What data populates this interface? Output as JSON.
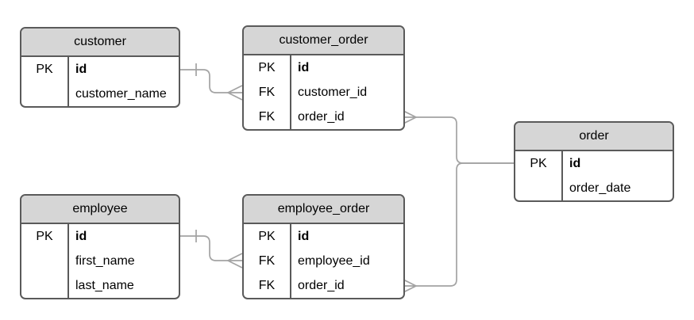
{
  "diagram": {
    "type": "entity-relationship",
    "notation": "crow-foot",
    "colors": {
      "background": "#ffffff",
      "table_header_fill": "#d6d6d6",
      "table_body_fill": "#ffffff",
      "table_border": "#5a5a5a",
      "connector_line": "#a3a3a3",
      "text": "#000000"
    }
  },
  "tables": [
    {
      "title": "customer",
      "fields": [
        {
          "key": "PK",
          "name": "id",
          "is_primary": true
        },
        {
          "key": "",
          "name": "customer_name",
          "is_primary": false
        }
      ]
    },
    {
      "title": "customer_order",
      "fields": [
        {
          "key": "PK",
          "name": "id",
          "is_primary": true
        },
        {
          "key": "FK",
          "name": "customer_id",
          "is_primary": false
        },
        {
          "key": "FK",
          "name": "order_id",
          "is_primary": false
        }
      ]
    },
    {
      "title": "order",
      "fields": [
        {
          "key": "PK",
          "name": "id",
          "is_primary": true
        },
        {
          "key": "",
          "name": "order_date",
          "is_primary": false
        }
      ]
    },
    {
      "title": "employee",
      "fields": [
        {
          "key": "PK",
          "name": "id",
          "is_primary": true
        },
        {
          "key": "",
          "name": "first_name",
          "is_primary": false
        },
        {
          "key": "",
          "name": "last_name",
          "is_primary": false
        }
      ]
    },
    {
      "title": "employee_order",
      "fields": [
        {
          "key": "PK",
          "name": "id",
          "is_primary": true
        },
        {
          "key": "FK",
          "name": "employee_id",
          "is_primary": false
        },
        {
          "key": "FK",
          "name": "order_id",
          "is_primary": false
        }
      ]
    }
  ],
  "relationships": [
    {
      "one_side": "customer.id",
      "many_side": "customer_order.customer_id",
      "one_marker": "tick",
      "many_marker": "crow-foot"
    },
    {
      "one_side": "order.id",
      "many_side": "customer_order.order_id",
      "one_marker": "none",
      "many_marker": "crow-foot"
    },
    {
      "one_side": "employee.id",
      "many_side": "employee_order.employee_id",
      "one_marker": "tick",
      "many_marker": "crow-foot"
    },
    {
      "one_side": "order.id",
      "many_side": "employee_order.order_id",
      "one_marker": "none",
      "many_marker": "crow-foot"
    }
  ]
}
